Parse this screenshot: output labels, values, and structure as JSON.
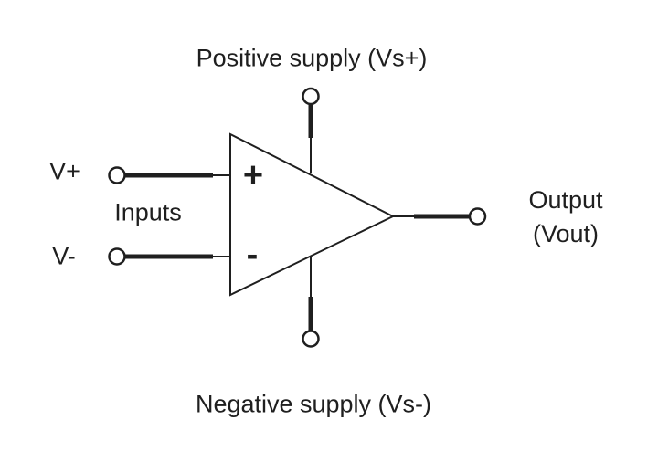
{
  "diagram": {
    "type": "op-amp-circuit-symbol",
    "title_top": "Positive supply (Vs+)",
    "title_bottom": "Negative supply (Vs-)",
    "labels": {
      "v_plus": "V+",
      "v_minus": "V-",
      "inputs": "Inputs",
      "output_line1": "Output",
      "output_line2": "(Vout)",
      "noninverting_sign": "+",
      "inverting_sign": "-"
    },
    "terminals": [
      "positive-supply-terminal",
      "negative-supply-terminal",
      "noninverting-input-terminal",
      "inverting-input-terminal",
      "output-terminal"
    ],
    "colors": {
      "line": "#1f1f1f",
      "text": "#1f1f1f",
      "background": "#ffffff"
    }
  }
}
